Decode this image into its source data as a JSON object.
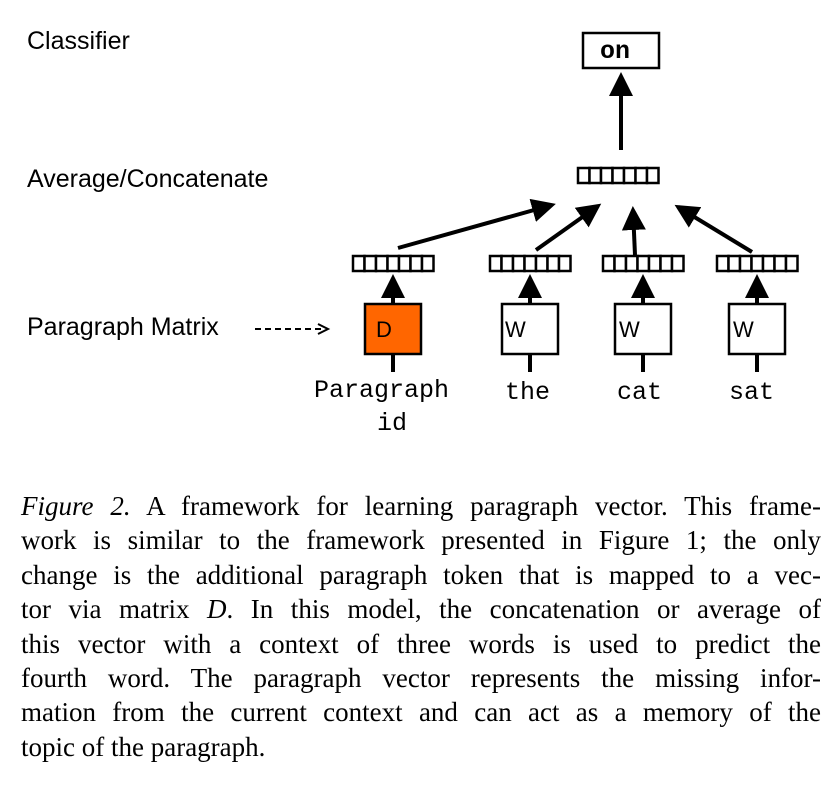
{
  "figure": {
    "labels": {
      "classifier": "Classifier",
      "average": "Average/Concatenate",
      "paragraph_matrix": "Paragraph Matrix",
      "paragraph_matrix_arrow": "----->"
    },
    "output_word": "on",
    "matrix_letters": {
      "paragraph": "D",
      "word": "W"
    },
    "inputs": [
      {
        "line1": "Paragraph",
        "line2": "id"
      },
      {
        "line1": "the"
      },
      {
        "line1": "cat"
      },
      {
        "line1": "sat"
      }
    ],
    "colors": {
      "paragraph_matrix_fill": "#ff6600",
      "stroke": "#000000"
    }
  },
  "caption": {
    "figure_label": "Figure 2.",
    "lines": [
      " A framework for learning paragraph vector. This frame-",
      "work is similar to the framework presented in Figure 1; the only",
      "change is the additional paragraph token that is mapped to a vec-",
      "tor via matrix ",
      "D",
      ". In this model, the concatenation or average of",
      "this vector with a context of three words is used to predict the",
      "fourth word. The paragraph vector represents the missing infor-",
      "mation from the current context and can act as a memory of the",
      "topic of the paragraph."
    ]
  }
}
